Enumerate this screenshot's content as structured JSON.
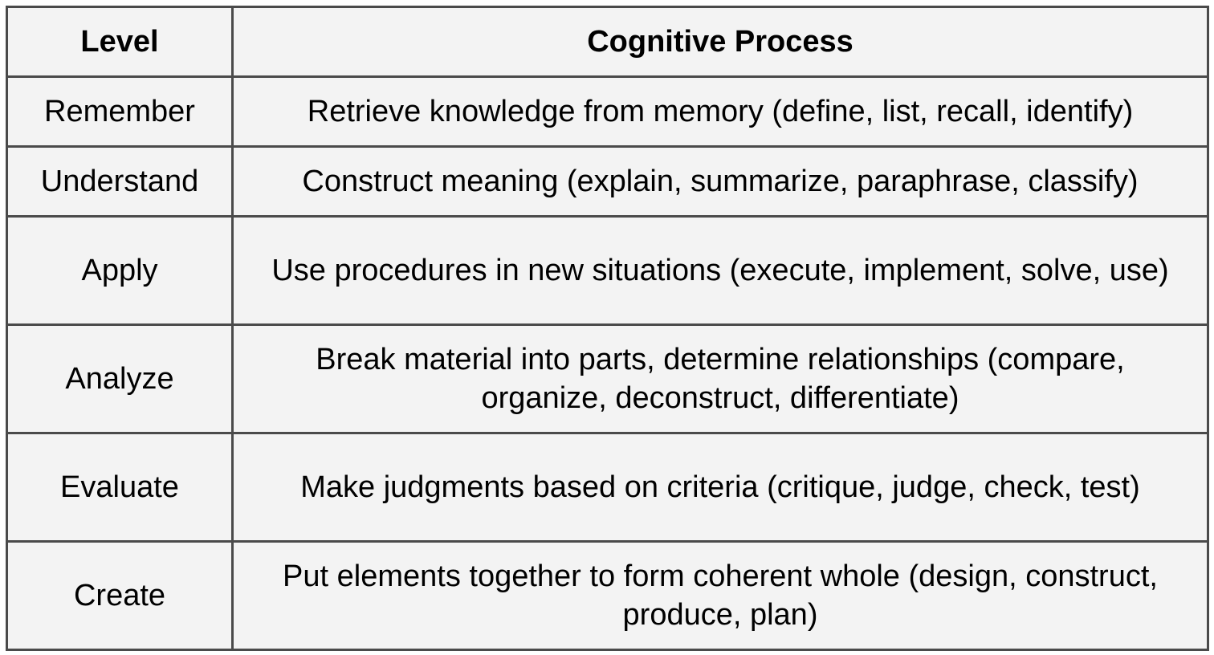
{
  "table": {
    "headers": [
      "Level",
      "Cognitive Process"
    ],
    "rows": [
      {
        "level": "Remember",
        "process": "Retrieve knowledge from memory (define, list, recall, identify)"
      },
      {
        "level": "Understand",
        "process": "Construct meaning (explain, summarize, paraphrase, classify)"
      },
      {
        "level": "Apply",
        "process": "Use procedures in new situations (execute, implement, solve, use)"
      },
      {
        "level": "Analyze",
        "process": "Break material into parts, determine relationships (compare, organize, deconstruct, differentiate)"
      },
      {
        "level": "Evaluate",
        "process": "Make judgments based on criteria (critique, judge, check, test)"
      },
      {
        "level": "Create",
        "process": "Put elements together to form coherent whole (design, construct, produce, plan)"
      }
    ]
  }
}
